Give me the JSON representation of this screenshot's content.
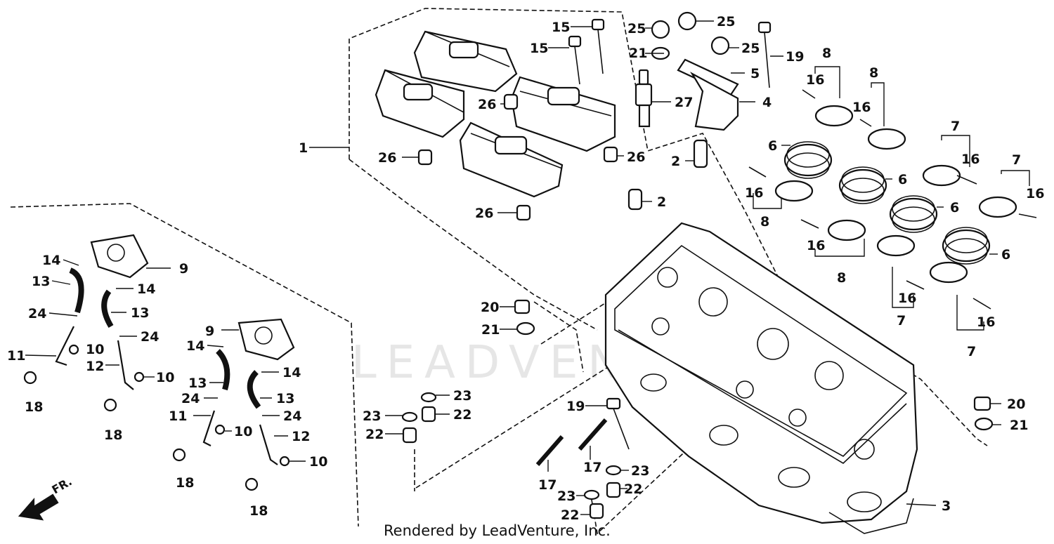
{
  "watermark": "LEADVENTURE",
  "footer": "Rendered by LeadVenture, Inc.",
  "direction_label": "FR.",
  "callouts": {
    "c1": "1",
    "c2a": "2",
    "c2b": "2",
    "c3": "3",
    "c4": "4",
    "c5": "5",
    "c6a": "6",
    "c6b": "6",
    "c6c": "6",
    "c6d": "6",
    "c7a": "7",
    "c7b": "7",
    "c7c": "7",
    "c7d": "7",
    "c8a": "8",
    "c8b": "8",
    "c8c": "8",
    "c8d": "8",
    "c9a": "9",
    "c9b": "9",
    "c10a": "10",
    "c10b": "10",
    "c10c": "10",
    "c10d": "10",
    "c11a": "11",
    "c11b": "11",
    "c12a": "12",
    "c12b": "12",
    "c13a": "13",
    "c13b": "13",
    "c13c": "13",
    "c13d": "13",
    "c14a": "14",
    "c14b": "14",
    "c14c": "14",
    "c14d": "14",
    "c15a": "15",
    "c15b": "15",
    "c16a": "16",
    "c16b": "16",
    "c16c": "16",
    "c16d": "16",
    "c16e": "16",
    "c16f": "16",
    "c16g": "16",
    "c16h": "16",
    "c17a": "17",
    "c17b": "17",
    "c18a": "18",
    "c18b": "18",
    "c18c": "18",
    "c18d": "18",
    "c19a": "19",
    "c19b": "19",
    "c20a": "20",
    "c20b": "20",
    "c21a": "21",
    "c21b": "21",
    "c21c": "21",
    "c22a": "22",
    "c22b": "22",
    "c22c": "22",
    "c22d": "22",
    "c23a": "23",
    "c23b": "23",
    "c23c": "23",
    "c23d": "23",
    "c24a": "24",
    "c24b": "24",
    "c24c": "24",
    "c24d": "24",
    "c25a": "25",
    "c25b": "25",
    "c25c": "25",
    "c26a": "26",
    "c26b": "26",
    "c26c": "26",
    "c26d": "26",
    "c27": "27"
  }
}
